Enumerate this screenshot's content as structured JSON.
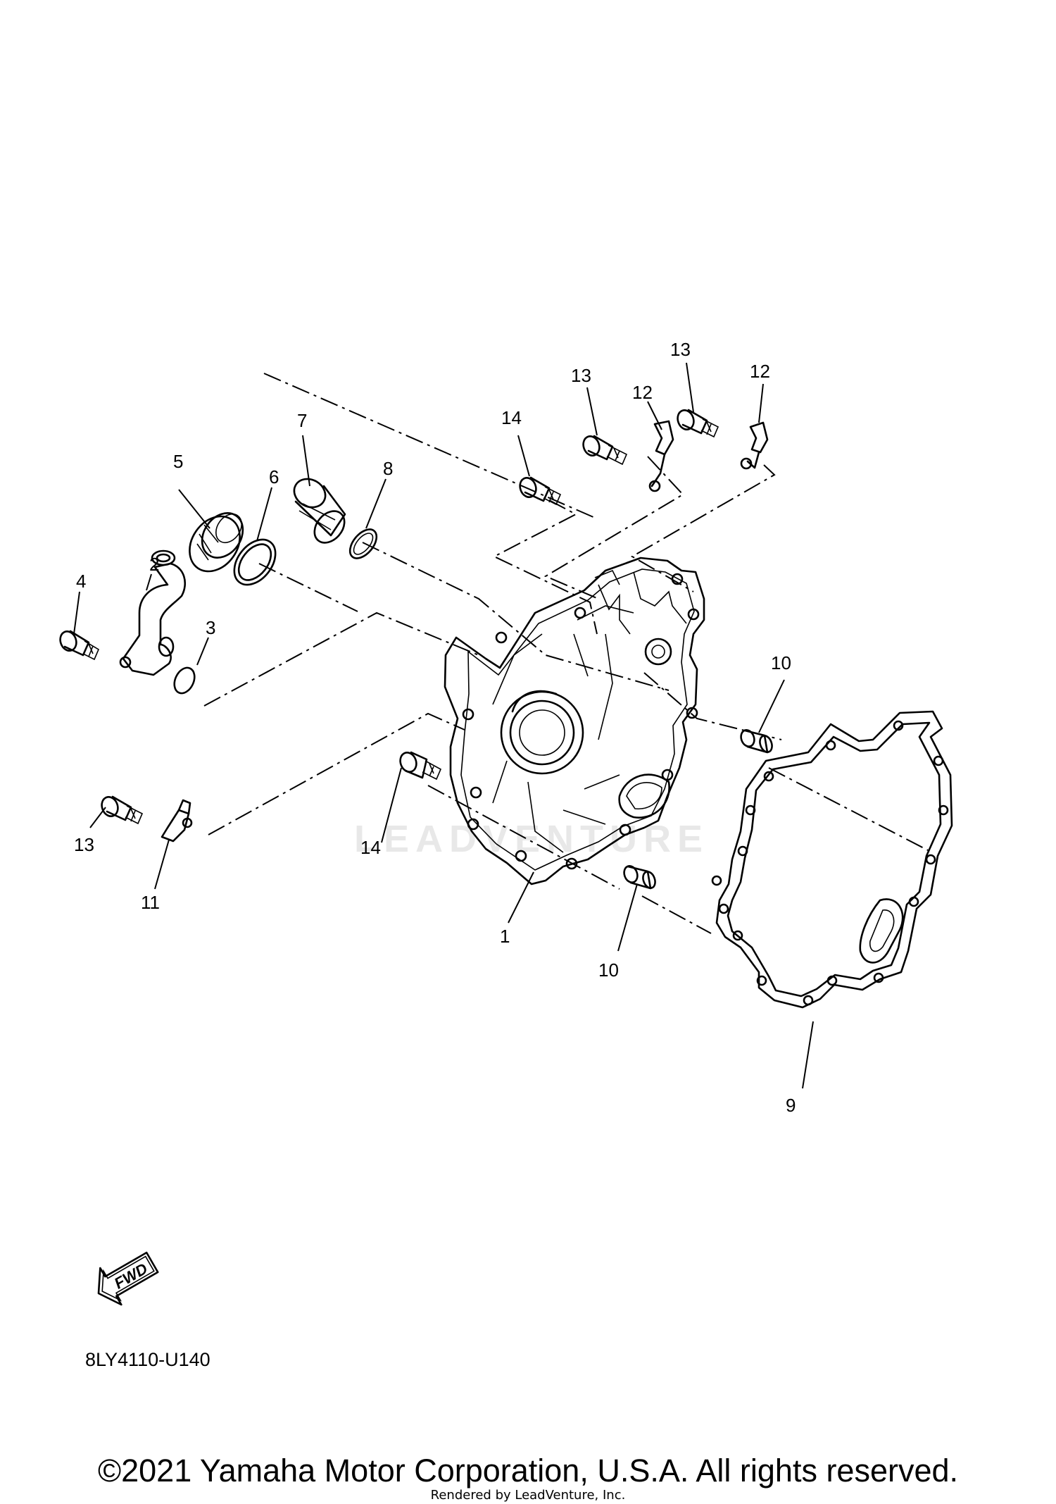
{
  "diagram": {
    "code": "8LY4110-U140",
    "fwd_label": "FWD",
    "watermark": "LEADVENTURE",
    "copyright": "©2021 Yamaha Motor Corporation, U.S.A. All rights reserved.",
    "rendered_by": "Rendered by LeadVenture, Inc.",
    "callouts": [
      "1",
      "2",
      "3",
      "4",
      "5",
      "6",
      "7",
      "8",
      "9",
      "10",
      "10",
      "11",
      "12",
      "12",
      "13",
      "13",
      "13",
      "14",
      "14"
    ]
  }
}
